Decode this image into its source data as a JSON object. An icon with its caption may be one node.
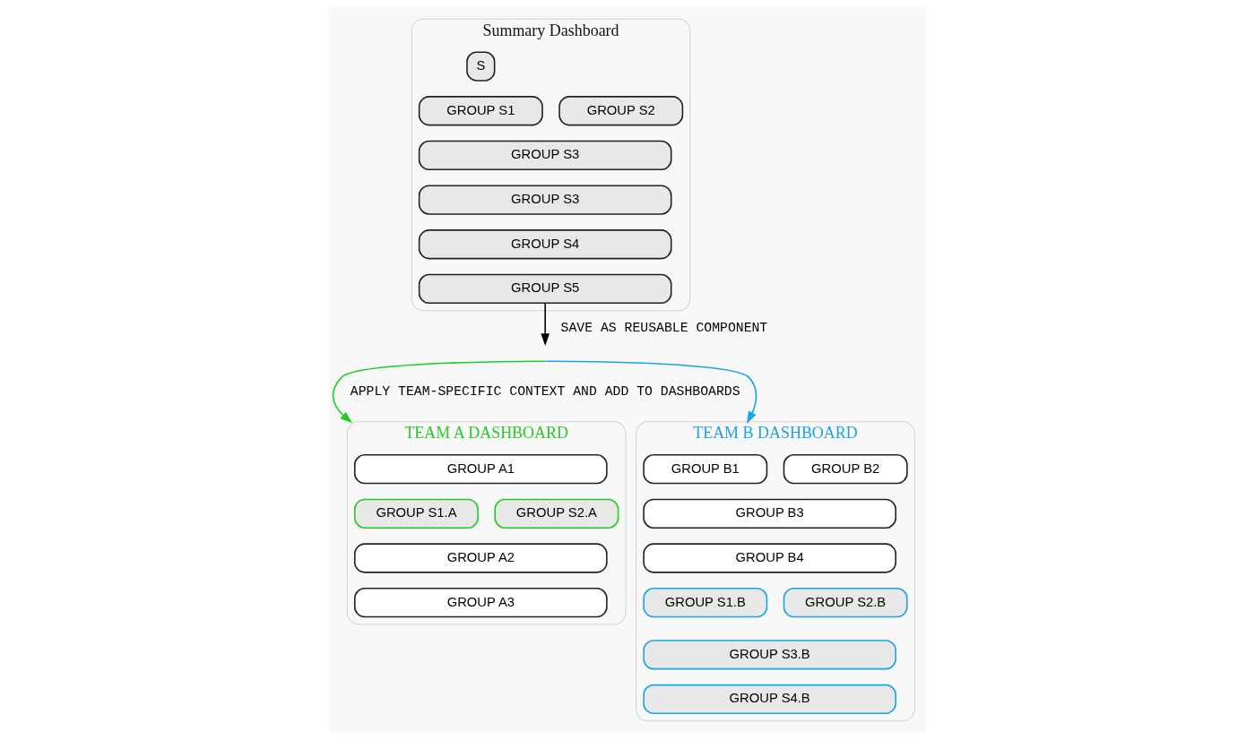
{
  "diagram": {
    "nodes": [
      {
        "text": [
          "Summary Dashboard"
        ]
      },
      {
        "text": [
          "S"
        ],
        "in": 0
      },
      {
        "text": [
          "GROUP S1"
        ],
        "in": 0
      },
      {
        "text": [
          "GROUP S2"
        ],
        "in": 0
      },
      {
        "text": [
          "GROUP S3"
        ],
        "in": 0
      },
      {
        "text": [
          "GROUP S3"
        ],
        "in": 0
      },
      {
        "text": [
          "GROUP S4"
        ],
        "in": 0
      },
      {
        "text": [
          "GROUP S5"
        ],
        "in": 0
      },
      {
        "text": [
          "TEAM A DASHBOARD"
        ]
      },
      {
        "text": [
          "GROUP A1"
        ],
        "in": 8
      },
      {
        "text": [
          "GROUP S1.A"
        ],
        "in": 8
      },
      {
        "text": [
          "GROUP S2.A"
        ],
        "in": 8
      },
      {
        "text": [
          "GROUP A2"
        ],
        "in": 8
      },
      {
        "text": [
          "GROUP A3"
        ],
        "in": 8
      },
      {
        "text": [
          "TEAM B DASHBOARD"
        ]
      },
      {
        "text": [
          "GROUP B1"
        ],
        "in": 14
      },
      {
        "text": [
          "GROUP B2"
        ],
        "in": 14
      },
      {
        "text": [
          "GROUP B3"
        ],
        "in": 14
      },
      {
        "text": [
          "GROUP B4"
        ],
        "in": 14
      },
      {
        "text": [
          "GROUP S1.B"
        ],
        "in": 14
      },
      {
        "text": [
          "GROUP S2.B"
        ],
        "in": 14
      },
      {
        "text": [
          "GROUP S3.B"
        ],
        "in": 14
      },
      {
        "text": [
          "GROUP S4.B"
        ],
        "in": 14
      }
    ],
    "edges": [
      {
        "from": 7,
        "to": null,
        "arrow": "to",
        "label": "SAVE AS REUSABLE COMPONENT"
      },
      {
        "from": null,
        "to": 8,
        "arrow": "to",
        "color": "#22cc22"
      },
      {
        "from": null,
        "to": 14,
        "arrow": "to",
        "color": "#1aa3e8"
      }
    ],
    "labels": [
      "APPLY TEAM-SPECIFIC CONTEXT AND ADD TO DASHBOARDS"
    ]
  }
}
